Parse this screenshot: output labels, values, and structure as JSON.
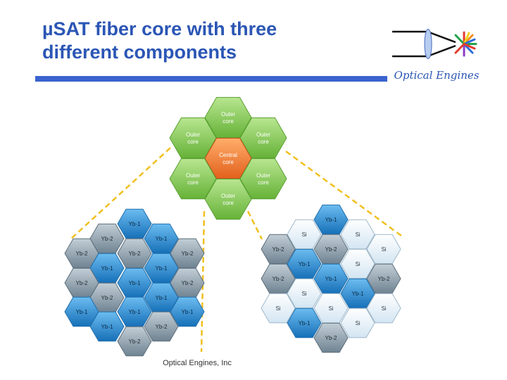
{
  "title": {
    "line1": "µSAT fiber core with three",
    "line2": "different components"
  },
  "logo": {
    "icon": "fiber-laser-emitter-icon",
    "text": "Optical Engines"
  },
  "footer": "Optical Engines, Inc",
  "colors": {
    "title": "#2b56b5",
    "rule": "#3a63cf",
    "outer_core": "#8cd05a",
    "central_core": "#f07a33",
    "yb1": "#2f8fd3",
    "yb2": "#8a9caa",
    "si": "#e6f1f8",
    "connector": "#f0c020"
  },
  "diagram": {
    "top_cluster": [
      {
        "label": [
          "Outer",
          "core"
        ],
        "type": "outer"
      },
      {
        "label": [
          "Outer",
          "core"
        ],
        "type": "outer"
      },
      {
        "label": [
          "Outer",
          "core"
        ],
        "type": "outer"
      },
      {
        "label": [
          "Central",
          "core"
        ],
        "type": "central"
      },
      {
        "label": [
          "Outer",
          "core"
        ],
        "type": "outer"
      },
      {
        "label": [
          "Outer",
          "core"
        ],
        "type": "outer"
      },
      {
        "label": [
          "Outer",
          "core"
        ],
        "type": "outer"
      }
    ],
    "left_cluster": [
      {
        "label": "Yb-1",
        "type": "yb1"
      },
      {
        "label": "Yb-2",
        "type": "yb2"
      },
      {
        "label": "Yb-1",
        "type": "yb1"
      },
      {
        "label": "Yb-2",
        "type": "yb2"
      },
      {
        "label": "Yb-2",
        "type": "yb2"
      },
      {
        "label": "Yb-2",
        "type": "yb2"
      },
      {
        "label": "Yb-1",
        "type": "yb1"
      },
      {
        "label": "Yb-1",
        "type": "yb1"
      },
      {
        "label": "Yb-2",
        "type": "yb2"
      },
      {
        "label": "Yb-1",
        "type": "yb1"
      },
      {
        "label": "Yb-2",
        "type": "yb2"
      },
      {
        "label": "Yb-2",
        "type": "yb2"
      },
      {
        "label": "Yb-1",
        "type": "yb1"
      },
      {
        "label": "Yb-1",
        "type": "yb1"
      },
      {
        "label": "Yb-1",
        "type": "yb1"
      },
      {
        "label": "Yb-1",
        "type": "yb1"
      },
      {
        "label": "Yb-1",
        "type": "yb1"
      },
      {
        "label": "Yb-2",
        "type": "yb2"
      },
      {
        "label": "Yb-2",
        "type": "yb2"
      }
    ],
    "right_cluster": [
      {
        "label": "Yb-1",
        "type": "yb1"
      },
      {
        "label": "Si",
        "type": "si"
      },
      {
        "label": "Si",
        "type": "si"
      },
      {
        "label": "Yb-2",
        "type": "yb2"
      },
      {
        "label": "Yb-2",
        "type": "yb2"
      },
      {
        "label": "Si",
        "type": "si"
      },
      {
        "label": "Yb-1",
        "type": "yb1"
      },
      {
        "label": "Si",
        "type": "si"
      },
      {
        "label": "Yb-2",
        "type": "yb2"
      },
      {
        "label": "Yb-1",
        "type": "yb1"
      },
      {
        "label": "Yb-2",
        "type": "yb2"
      },
      {
        "label": "Si",
        "type": "si"
      },
      {
        "label": "Yb-1",
        "type": "yb1"
      },
      {
        "label": "Si",
        "type": "si"
      },
      {
        "label": "Si",
        "type": "si"
      },
      {
        "label": "Si",
        "type": "si"
      },
      {
        "label": "Yb-1",
        "type": "yb1"
      },
      {
        "label": "Si",
        "type": "si"
      },
      {
        "label": "Yb-2",
        "type": "yb2"
      }
    ]
  }
}
